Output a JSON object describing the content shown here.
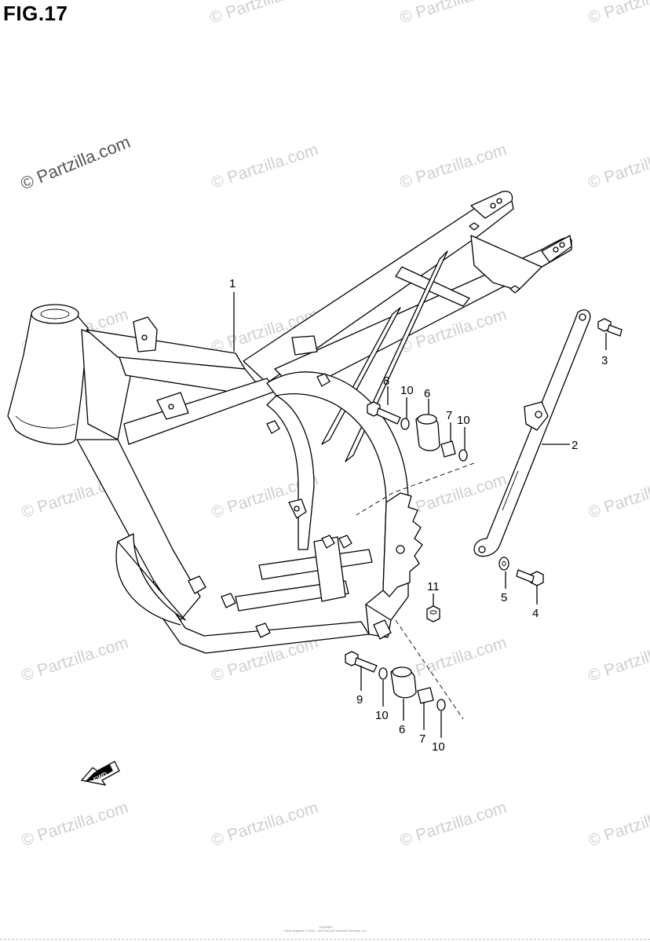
{
  "figure": {
    "title": "FIG.17"
  },
  "watermark": {
    "text": "© Partzilla.com"
  },
  "callouts": {
    "c1": "1",
    "c2": "2",
    "c3": "3",
    "c4": "4",
    "c5": "5",
    "c6a": "6",
    "c6b": "6",
    "c7a": "7",
    "c7b": "7",
    "c8": "8",
    "c9": "9",
    "c10a": "10",
    "c10b": "10",
    "c10c": "10",
    "c10d": "10",
    "c11": "11"
  },
  "fwd_label": "FWD",
  "copyright": {
    "line1": "Copyright",
    "line2": "Parts diagram © 2004 - 2019 by ARI Network Services, Inc."
  }
}
